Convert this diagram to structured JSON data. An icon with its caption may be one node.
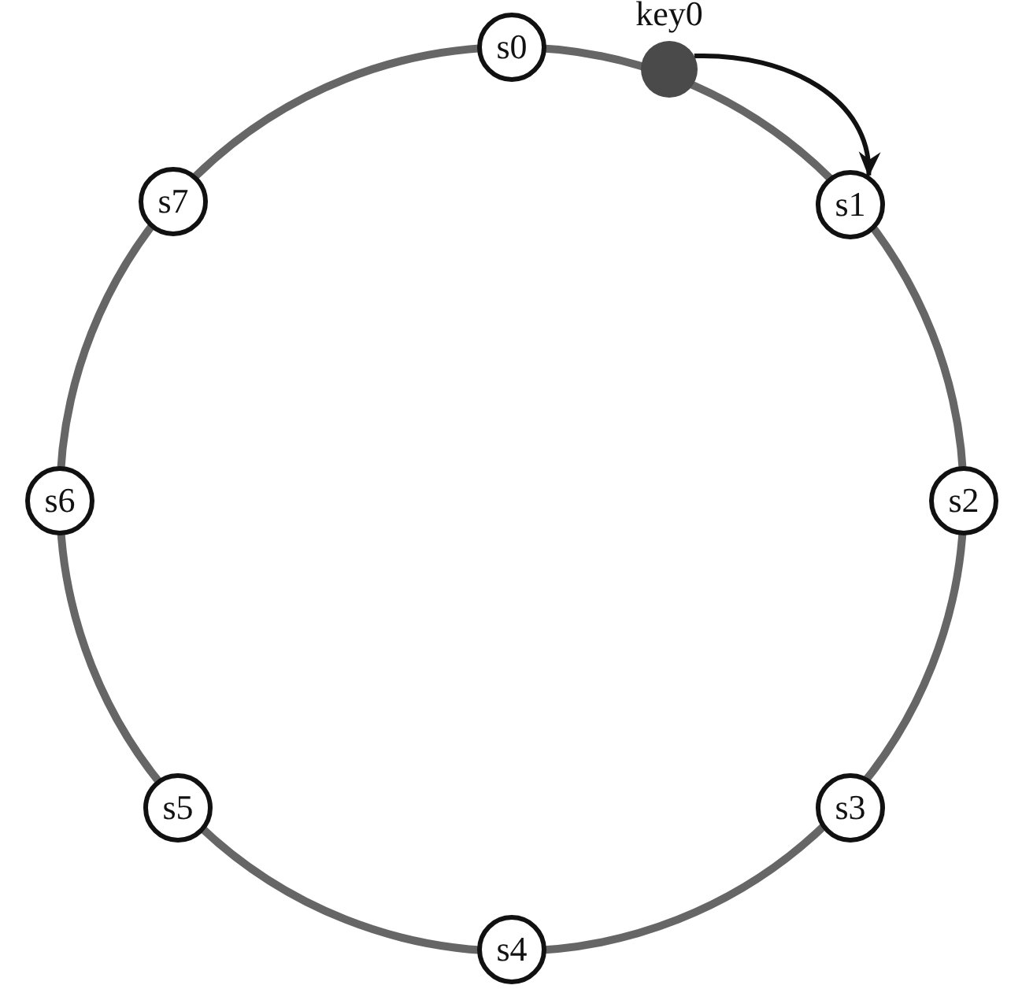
{
  "diagram": {
    "nodes": [
      {
        "text": [
          "s0"
        ]
      },
      {
        "text": [
          "s1"
        ]
      },
      {
        "text": [
          "s2"
        ]
      },
      {
        "text": [
          "s3"
        ]
      },
      {
        "text": [
          "s4"
        ]
      },
      {
        "text": [
          "s5"
        ]
      },
      {
        "text": [
          "s6"
        ]
      },
      {
        "text": [
          "s7"
        ]
      },
      {
        "text": [
          "key0"
        ]
      }
    ],
    "edges": [
      {
        "from": 8,
        "to": 1,
        "arrow": "to"
      }
    ]
  }
}
